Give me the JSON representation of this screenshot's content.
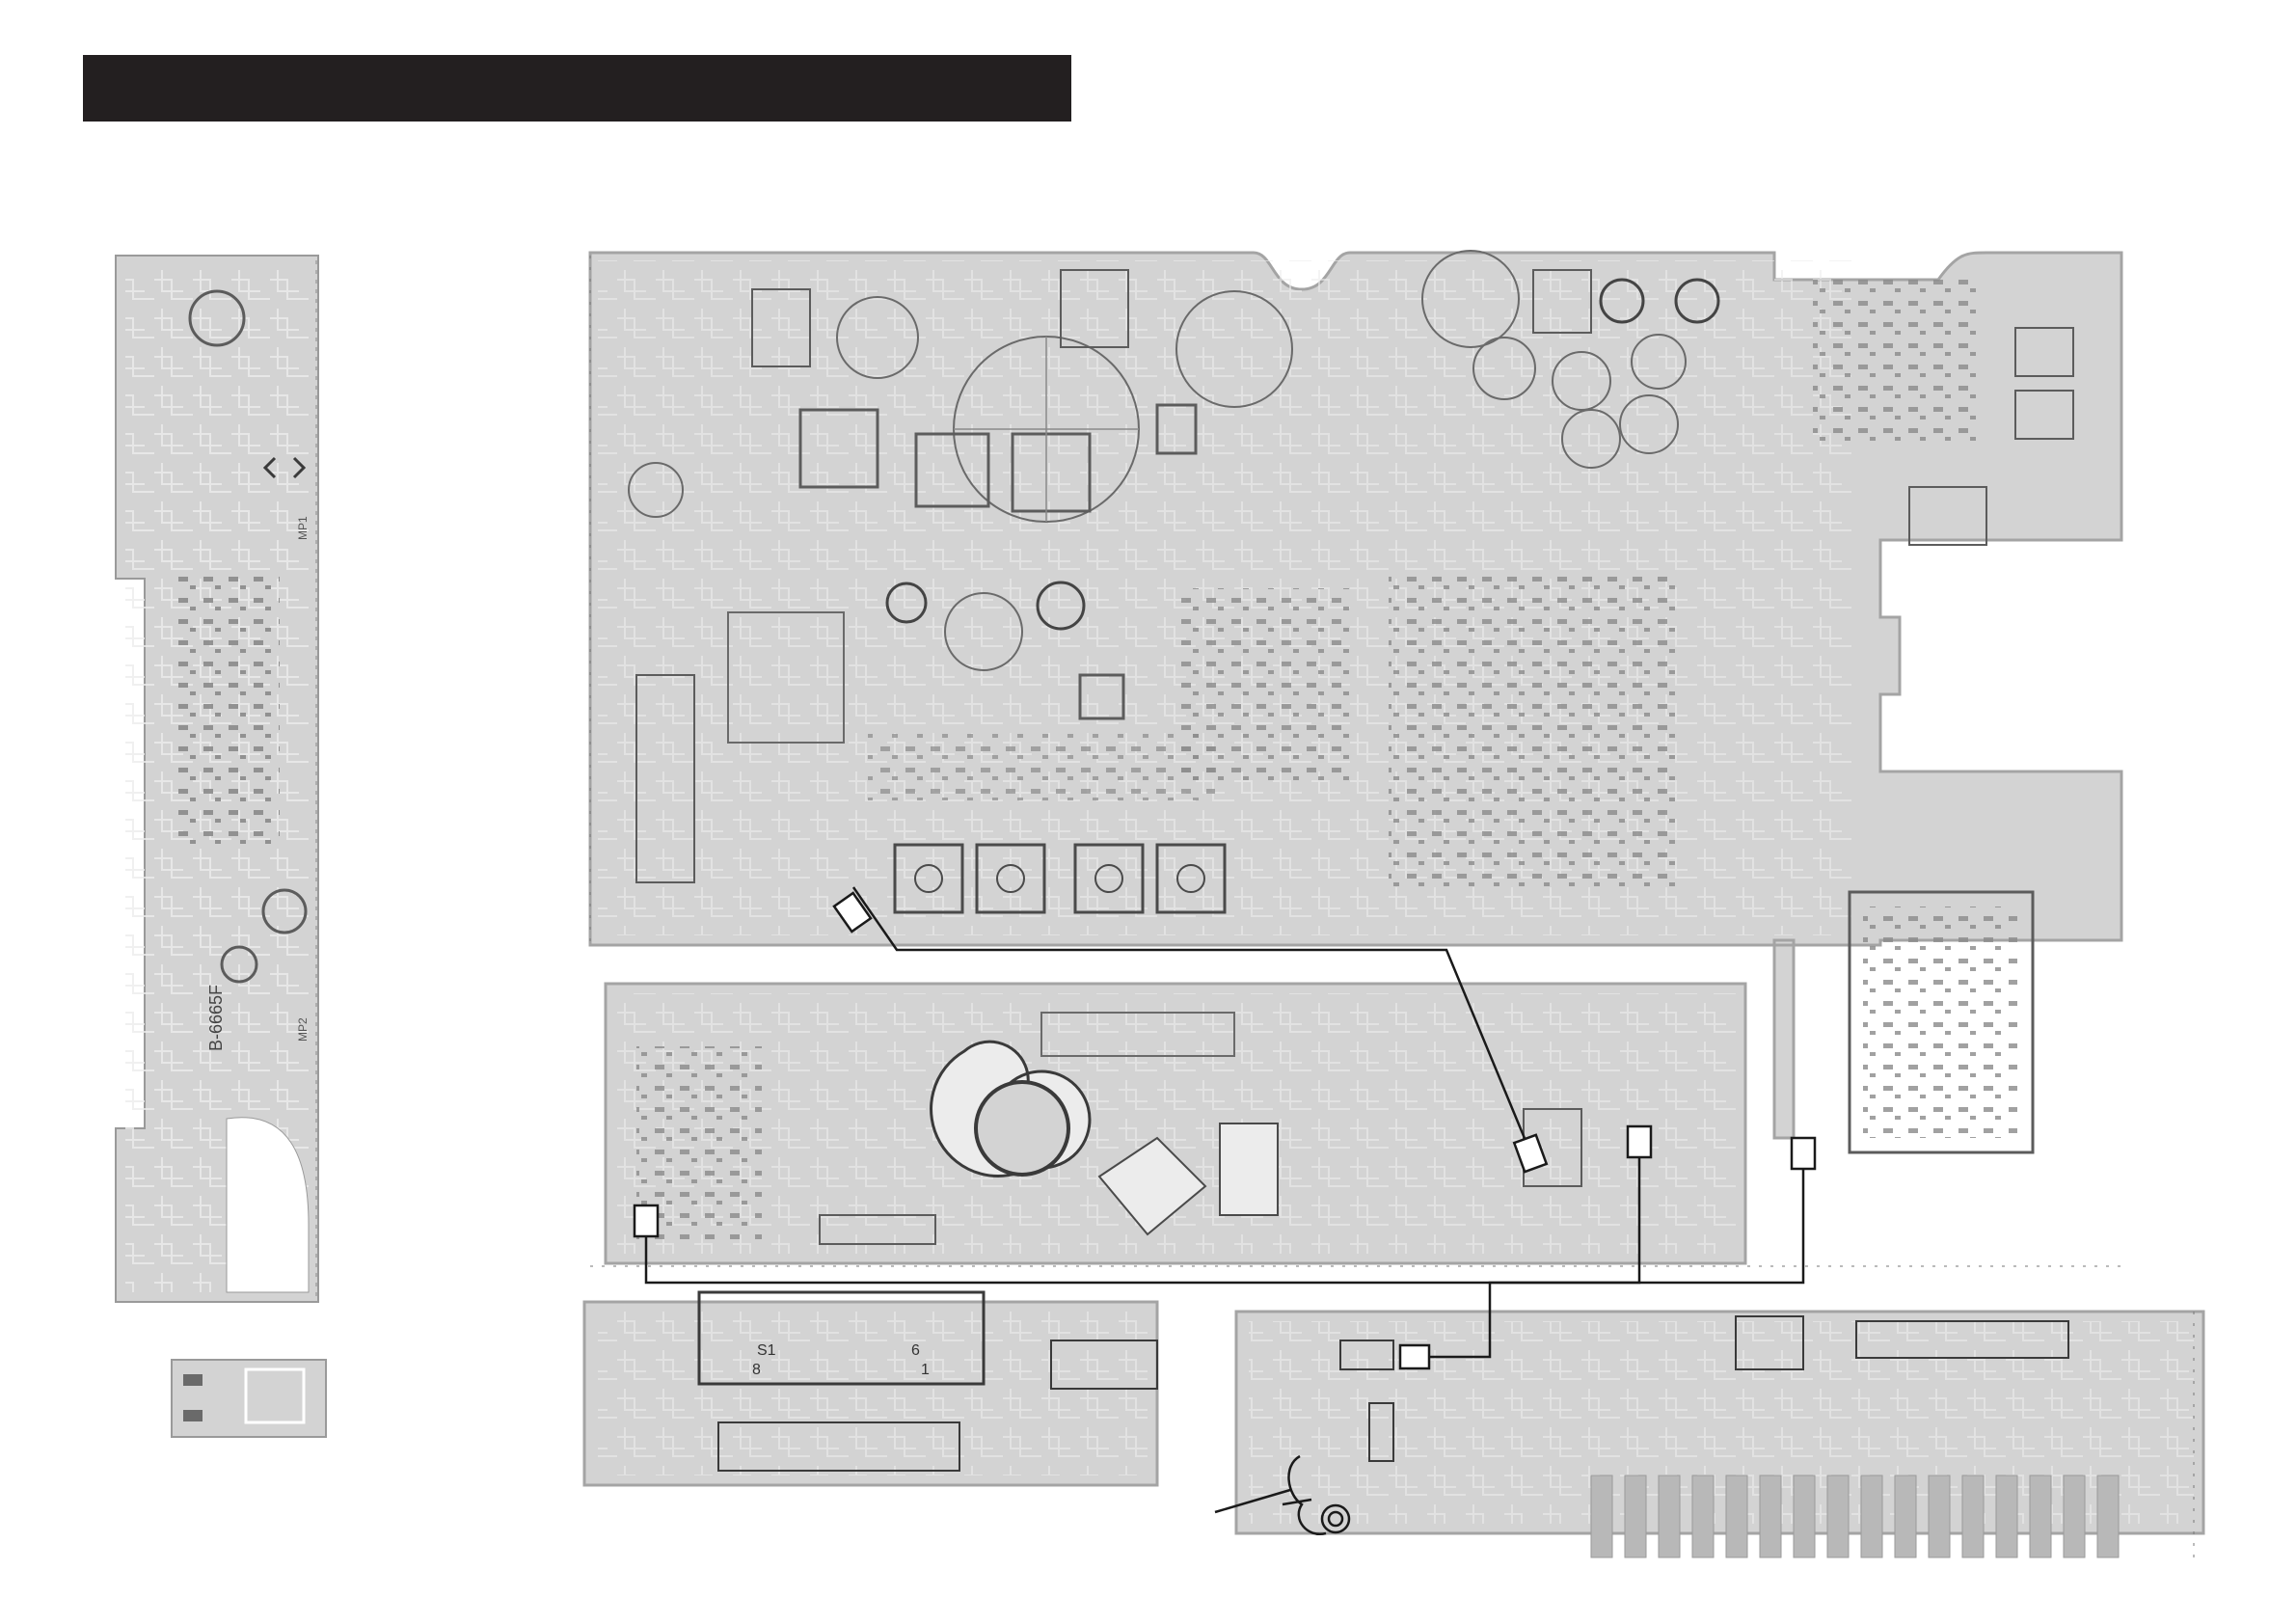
{
  "header": {
    "title": ""
  },
  "boards": {
    "left_strip_marking": "B-6665F",
    "left_strip_ref_mp1": "MP1",
    "left_strip_ref_mp2": "MP2",
    "connector_pins_a": "S1",
    "connector_pins_b": "6",
    "connector_pins_c": "8",
    "connector_pins_d": "1"
  },
  "colors": {
    "board_fill": "#d3d3d3",
    "board_edge": "#b8b8b8",
    "copper": "#ececec",
    "component_outline": "#5c5c5c",
    "cable": "#1a1a1a",
    "title_bar": "#231f20"
  }
}
